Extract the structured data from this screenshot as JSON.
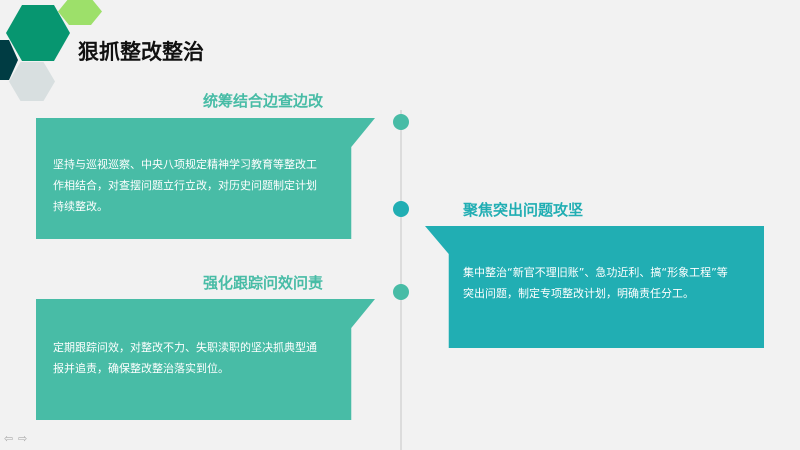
{
  "title": "狠抓整改整治",
  "colors": {
    "green": "#48bca6",
    "teal": "#21aeb3",
    "hex_dark": "#079670",
    "hex_light": "#9de06a",
    "hex_navy": "#003c43",
    "hex_gray": "#d8dfe0"
  },
  "sections": [
    {
      "heading": "统筹结合边查边改",
      "body": "坚持与巡视巡察、中央八项规定精神学习教育等整改工作相结合，对查摆问题立行立改，对历史问题制定计划持续整改。"
    },
    {
      "heading": "聚焦突出问题攻坚",
      "body": "集中整治“新官不理旧账”、急功近利、搞“形象工程”等突出问题，制定专项整改计划，明确责任分工。"
    },
    {
      "heading": "强化跟踪问效问责",
      "body": "定期跟踪问效，对整改不力、失职渎职的坚决抓典型通报并追责，确保整改整治落实到位。"
    }
  ],
  "nav": {
    "prev": "⇦",
    "next": "⇨"
  }
}
